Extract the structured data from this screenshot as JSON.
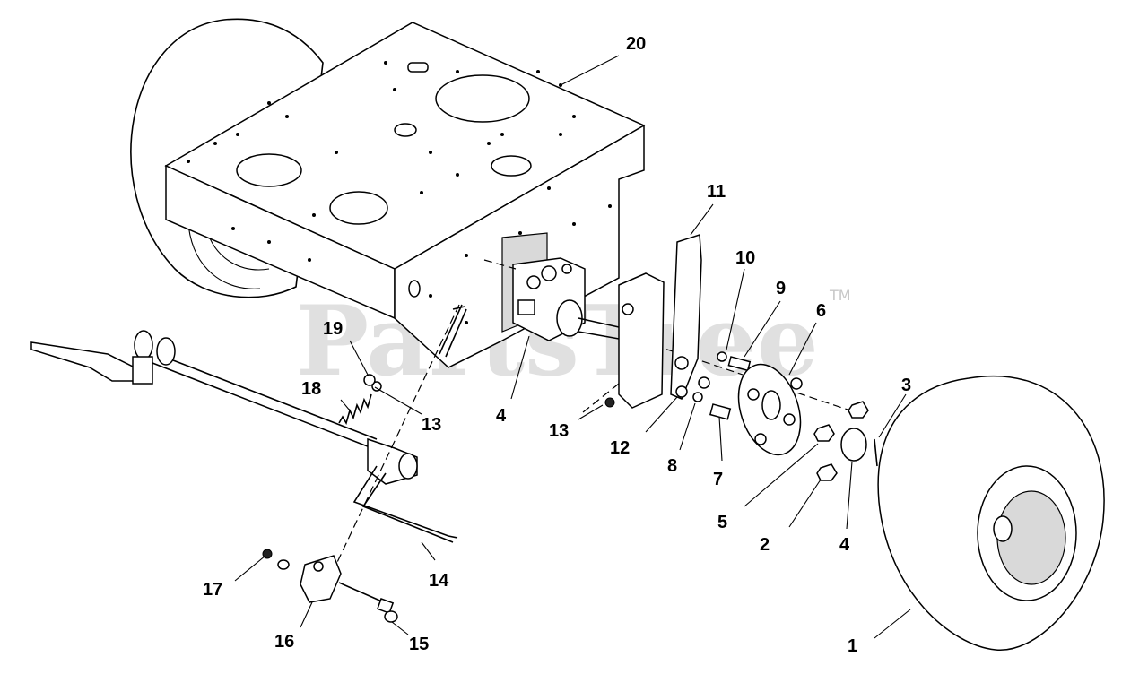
{
  "watermark": {
    "text": "PartsTree",
    "trademark": "TM"
  },
  "callouts": [
    {
      "id": "c20",
      "label": "20"
    },
    {
      "id": "c11",
      "label": "11"
    },
    {
      "id": "c10",
      "label": "10"
    },
    {
      "id": "c9",
      "label": "9"
    },
    {
      "id": "c6",
      "label": "6"
    },
    {
      "id": "c3",
      "label": "3"
    },
    {
      "id": "c19",
      "label": "19"
    },
    {
      "id": "c18",
      "label": "18"
    },
    {
      "id": "c13a",
      "label": "13"
    },
    {
      "id": "c4a",
      "label": "4"
    },
    {
      "id": "c13b",
      "label": "13"
    },
    {
      "id": "c12",
      "label": "12"
    },
    {
      "id": "c8",
      "label": "8"
    },
    {
      "id": "c7",
      "label": "7"
    },
    {
      "id": "c5",
      "label": "5"
    },
    {
      "id": "c2",
      "label": "2"
    },
    {
      "id": "c4b",
      "label": "4"
    },
    {
      "id": "c14",
      "label": "14"
    },
    {
      "id": "c17",
      "label": "17"
    },
    {
      "id": "c16",
      "label": "16"
    },
    {
      "id": "c15",
      "label": "15"
    },
    {
      "id": "c1",
      "label": "1"
    }
  ]
}
